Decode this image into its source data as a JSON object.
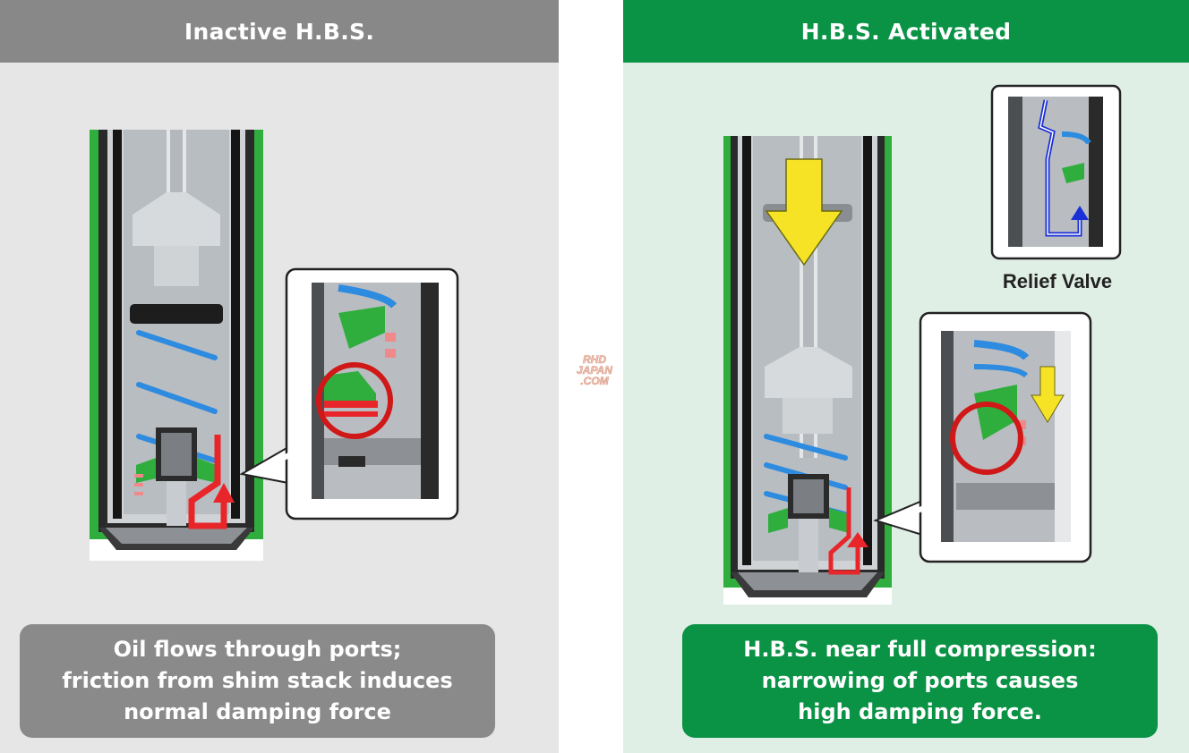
{
  "left_panel": {
    "title": "Inactive H.B.S.",
    "caption_lines": [
      "Oil flows through ports;",
      "friction from shim stack induces",
      "normal damping force"
    ]
  },
  "right_panel": {
    "title": "H.B.S. Activated",
    "relief_valve_label": "Relief Valve",
    "caption_lines": [
      "H.B.S. near full compression:",
      "narrowing of ports causes",
      "high damping force."
    ]
  },
  "watermark": {
    "lines": [
      "RHD",
      "JAPAN",
      ".COM"
    ]
  },
  "colors": {
    "inactive_header": "#888888",
    "active_header": "#0a9245",
    "flow_arrow": "#e8262a",
    "compression_arrow": "#f7e326",
    "relief_flow": "#1a2fd6",
    "spring": "#2d8be0",
    "seal": "#2fae3e"
  }
}
